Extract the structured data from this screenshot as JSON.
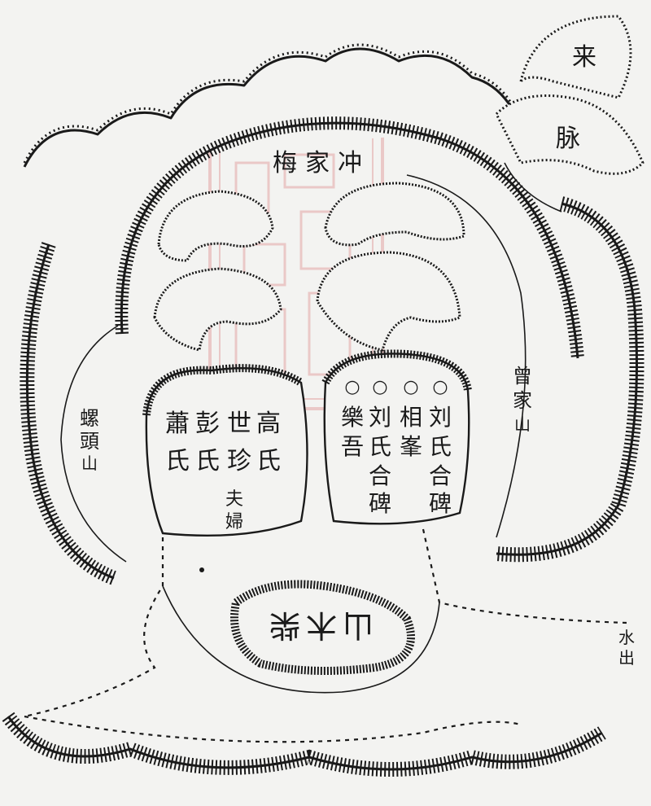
{
  "map": {
    "title": "梅家冲",
    "labels": {
      "lai": "来",
      "mai": "脉",
      "luotou_shan": [
        "螺",
        "頭",
        "山"
      ],
      "zengjia_shan": [
        "曾",
        "家",
        "山"
      ],
      "shuichu": [
        "水",
        "出"
      ],
      "an_shan": [
        "山",
        "木",
        "柴"
      ],
      "fufu": [
        "夫",
        "婦"
      ]
    },
    "left_tomb": {
      "columns": [
        [
          "高",
          "氏"
        ],
        [
          "世",
          "珍"
        ],
        [
          "彭",
          "氏"
        ],
        [
          "蕭",
          "氏"
        ]
      ]
    },
    "right_tomb": {
      "columns": [
        [
          "刘",
          "氏",
          "合",
          "碑"
        ],
        [
          "相",
          "峯"
        ],
        [
          "刘",
          "氏",
          "合",
          "碑"
        ],
        [
          "樂",
          "吾"
        ]
      ],
      "circles": [
        "○",
        "○",
        "○",
        "○"
      ]
    }
  },
  "colors": {
    "ink": "#1a1a1a",
    "paper": "#f3f3f1",
    "seal": "#e3a5a5"
  }
}
